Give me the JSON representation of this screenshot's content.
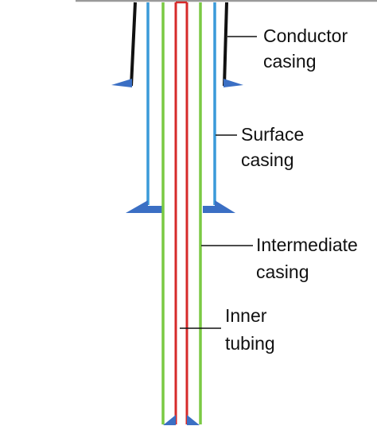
{
  "colors": {
    "surface_line": "#9a9a9a",
    "conductor": "#111111",
    "surface": "#3a9ad9",
    "intermediate": "#7ac943",
    "inner": "#d62a2a",
    "shoe": "#3b6fc4",
    "leader": "#111111",
    "text": "#111111"
  },
  "labels": {
    "conductor": [
      "Conductor",
      "casing"
    ],
    "surface": [
      "Surface",
      "casing"
    ],
    "intermediate": [
      "Intermediate",
      "casing"
    ],
    "inner": [
      "Inner",
      "tubing"
    ]
  }
}
